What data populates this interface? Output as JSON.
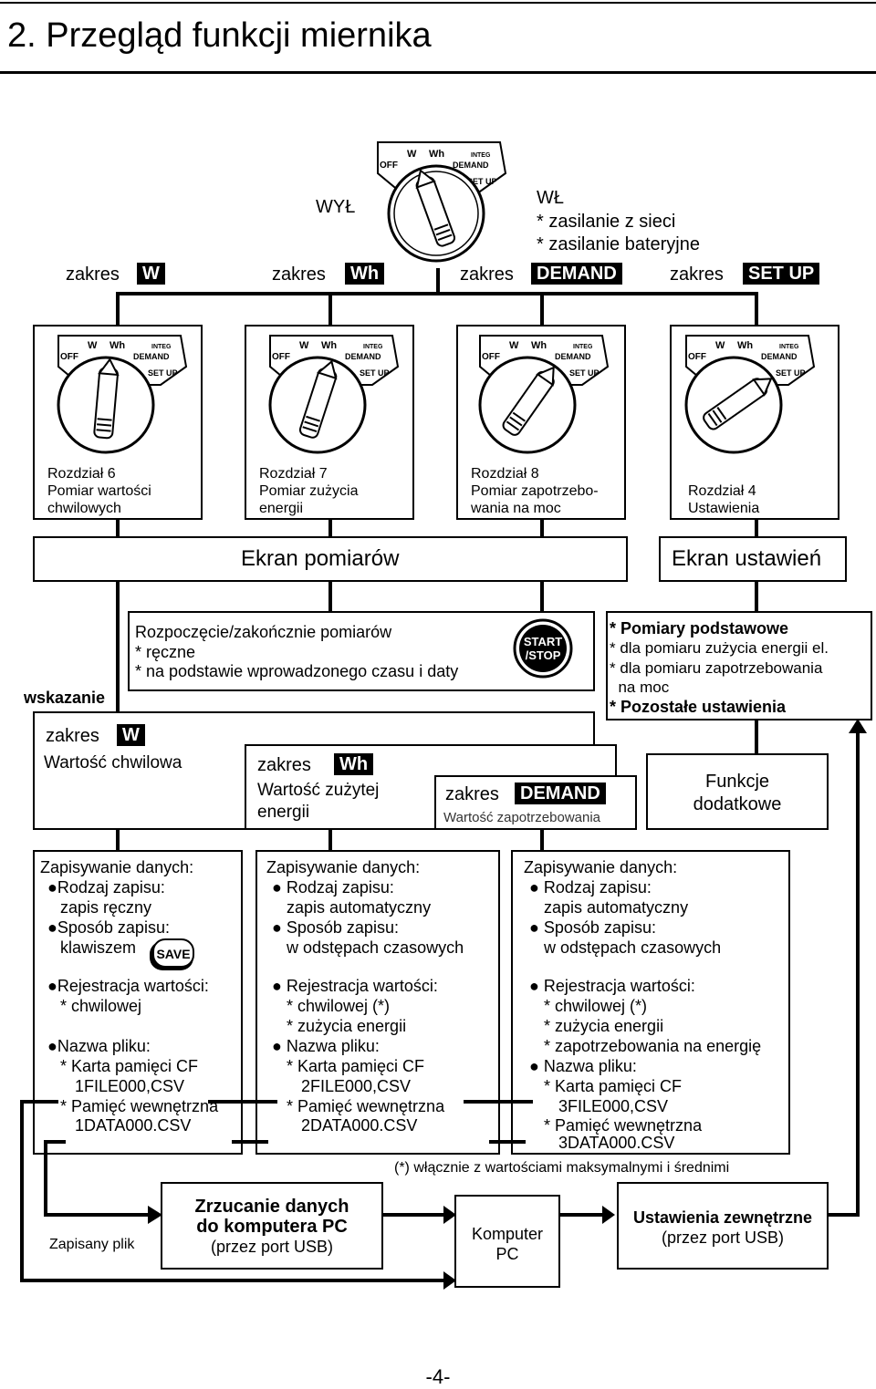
{
  "header": {
    "title": "2. Przegląd funkcji miernika"
  },
  "dial_labels": {
    "off": "OFF",
    "w": "W",
    "wh": "Wh",
    "integ": "INTEG",
    "demand": "DEMAND",
    "setup": "SET UP"
  },
  "power": {
    "off_label": "WYŁ",
    "on_label": "WŁ",
    "on_items": [
      "* zasilanie z sieci",
      "* zasilanie bateryjne"
    ]
  },
  "ranges": {
    "prefix": "zakres",
    "w": "W",
    "wh": "Wh",
    "demand": "DEMAND",
    "setup": "SET UP"
  },
  "chapters": [
    {
      "lines": [
        "Rozdział 6",
        "Pomiar wartości",
        "chwilowych"
      ]
    },
    {
      "lines": [
        "Rozdział 7",
        "Pomiar zużycia",
        "energii"
      ]
    },
    {
      "lines": [
        "Rozdział 8",
        "Pomiar zapotrzebo-",
        "wania na moc"
      ]
    },
    {
      "lines": [
        "Rozdział 4",
        "Ustawienia"
      ]
    }
  ],
  "screens": {
    "measure": "Ekran pomiarów",
    "settings": "Ekran ustawień"
  },
  "start_stop": {
    "lines": [
      "Rozpoczęcie/zakończnie pomiarów",
      "* ręczne",
      "* na podstawie wprowadzonego czasu i daty"
    ],
    "button": [
      "START",
      "/STOP"
    ]
  },
  "settings_box": {
    "lines": [
      "* Pomiary podstawowe",
      "* dla pomiaru zużycia energii el.",
      "* dla pomiaru zapotrzebowania",
      "  na moc",
      "* Pozostałe ustawienia"
    ]
  },
  "indication_label": "wskazanie",
  "readouts": {
    "w_text": "Wartość chwilowa",
    "wh_text": [
      "Wartość zużytej",
      "energii"
    ],
    "demand_text": "Wartość zapotrzebowania"
  },
  "extra_functions": [
    "Funkcje",
    "dodatkowe"
  ],
  "data_boxes": [
    {
      "lines": [
        "Zapisywanie danych:",
        "●Rodzaj zapisu:",
        "  zapis ręczny",
        "●Sposób zapisu:",
        "  klawiszem",
        "",
        "●Rejestracja wartości:",
        "  * chwilowej",
        "",
        "●Nazwa pliku:",
        "  * Karta pamięci CF",
        "     1FILE000,CSV",
        "  * Pamięć wewnętrzna",
        "     1DATA000.CSV"
      ]
    },
    {
      "lines": [
        "Zapisywanie danych:",
        "● Rodzaj zapisu:",
        "   zapis automatyczny",
        "● Sposób zapisu:",
        "   w odstępach czasowych",
        "",
        "● Rejestracja wartości:",
        "   * chwilowej (*)",
        "   * zużycia energii",
        "● Nazwa pliku:",
        "   * Karta pamięci CF",
        "      2FILE000,CSV",
        "   * Pamięć wewnętrzna",
        "      2DATA000.CSV"
      ]
    },
    {
      "lines": [
        "Zapisywanie danych:",
        "● Rodzaj zapisu:",
        "   zapis automatyczny",
        "● Sposób zapisu:",
        "   w odstępach czasowych",
        "",
        "● Rejestracja wartości:",
        "   * chwilowej (*)",
        "   * zużycia energii",
        "   * zapotrzebowania na energię",
        "● Nazwa pliku:",
        "   * Karta pamięci CF",
        "      3FILE000,CSV",
        "   * Pamięć wewnętrzna",
        "      3DATA000.CSV"
      ]
    }
  ],
  "save_button": "SAVE",
  "footnote": "(*) włącznie z wartościami maksymalnymi i średnimi",
  "bottom": {
    "saved_file": "Zapisany plik",
    "transfer": [
      "Zrzucanie danych",
      "do komputera PC",
      "(przez port USB)"
    ],
    "pc": [
      "Komputer",
      "PC"
    ],
    "external": [
      "Ustawienia zewnętrzne",
      "(przez port USB)"
    ]
  },
  "page_number": "-4-"
}
